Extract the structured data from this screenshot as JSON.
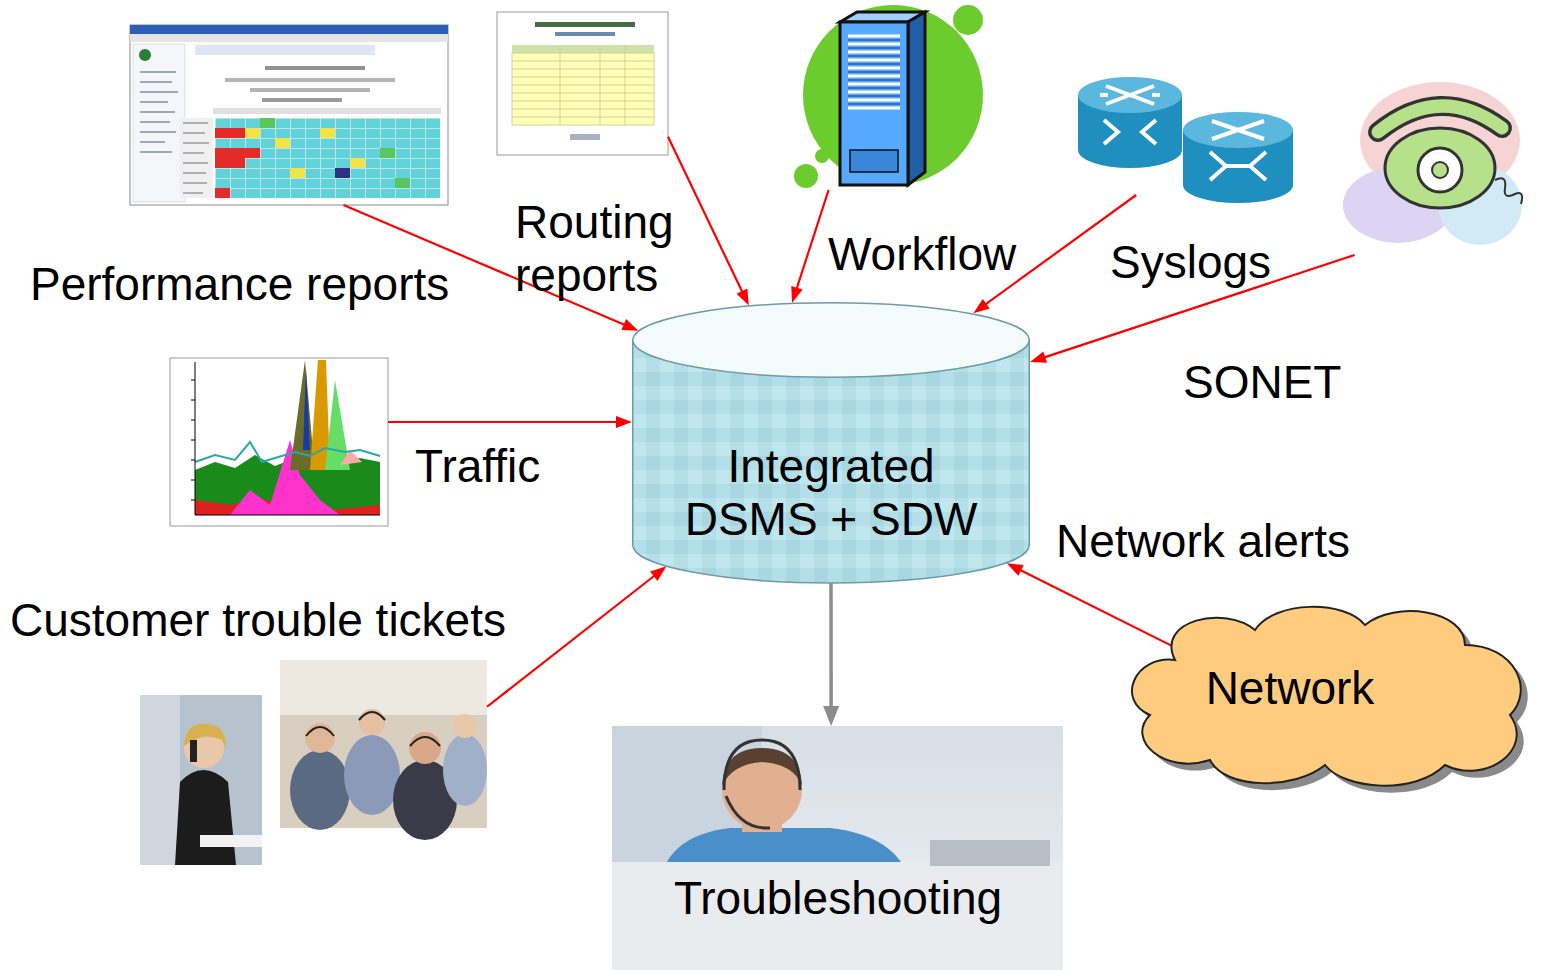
{
  "diagram": {
    "nodes": [
      {
        "text": [
          "Performance reports"
        ]
      },
      {
        "text": [
          "Routing reports"
        ]
      },
      {
        "text": [
          "Workflow"
        ]
      },
      {
        "text": [
          "Syslogs"
        ]
      },
      {
        "text": [
          "SONET"
        ]
      },
      {
        "text": [
          "Traffic"
        ]
      },
      {
        "text": [
          "Integrated DSMS + SDW"
        ]
      },
      {
        "text": [
          "Network"
        ]
      },
      {
        "text": [
          "Customer trouble tickets"
        ]
      },
      {
        "text": [
          "Troubleshooting"
        ]
      }
    ],
    "edges": [
      {
        "from": 0,
        "to": 6,
        "arrow": "to"
      },
      {
        "from": 1,
        "to": 6,
        "arrow": "to"
      },
      {
        "from": 2,
        "to": 6,
        "arrow": "to"
      },
      {
        "from": 3,
        "to": 6,
        "arrow": "to"
      },
      {
        "from": 4,
        "to": 6,
        "arrow": "to"
      },
      {
        "from": 5,
        "to": 6,
        "arrow": "to"
      },
      {
        "from": 8,
        "to": 6,
        "arrow": "to"
      },
      {
        "from": 7,
        "to": 6,
        "label": "Network alerts",
        "arrow": "to"
      },
      {
        "from": 6,
        "to": 9,
        "arrow": "to"
      }
    ]
  }
}
